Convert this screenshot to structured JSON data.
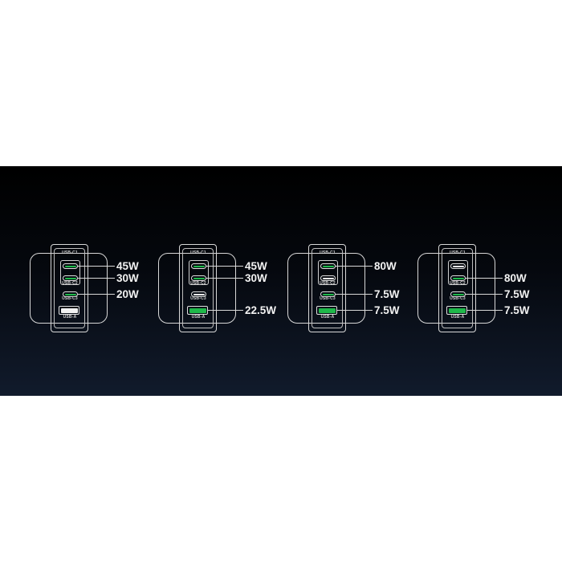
{
  "colors": {
    "active": "#1fb84a",
    "inactive": "#f2f2f2",
    "outline": "#d8d8d8"
  },
  "chargers": [
    {
      "ports": [
        {
          "name": "USB-C1",
          "type": "c",
          "active": true,
          "watt": "45W"
        },
        {
          "name": "USB-C2",
          "type": "c",
          "active": true,
          "watt": "30W"
        },
        {
          "name": "USB-C3",
          "type": "c",
          "active": true,
          "watt": "20W"
        },
        {
          "name": "USB-A",
          "type": "a",
          "active": false,
          "watt": null
        }
      ]
    },
    {
      "ports": [
        {
          "name": "USB-C1",
          "type": "c",
          "active": true,
          "watt": "45W"
        },
        {
          "name": "USB-C2",
          "type": "c",
          "active": true,
          "watt": "30W"
        },
        {
          "name": "USB-C3",
          "type": "c",
          "active": false,
          "watt": null
        },
        {
          "name": "USB-A",
          "type": "a",
          "active": true,
          "watt": "22.5W"
        }
      ]
    },
    {
      "ports": [
        {
          "name": "USB-C1",
          "type": "c",
          "active": true,
          "watt": "80W"
        },
        {
          "name": "USB-C2",
          "type": "c",
          "active": false,
          "watt": null
        },
        {
          "name": "USB-C3",
          "type": "c",
          "active": true,
          "watt": "7.5W"
        },
        {
          "name": "USB-A",
          "type": "a",
          "active": true,
          "watt": "7.5W"
        }
      ]
    },
    {
      "ports": [
        {
          "name": "USB-C1",
          "type": "c",
          "active": false,
          "watt": null
        },
        {
          "name": "USB-C2",
          "type": "c",
          "active": true,
          "watt": "80W"
        },
        {
          "name": "USB-C3",
          "type": "c",
          "active": true,
          "watt": "7.5W"
        },
        {
          "name": "USB-A",
          "type": "a",
          "active": true,
          "watt": "7.5W"
        }
      ]
    }
  ]
}
